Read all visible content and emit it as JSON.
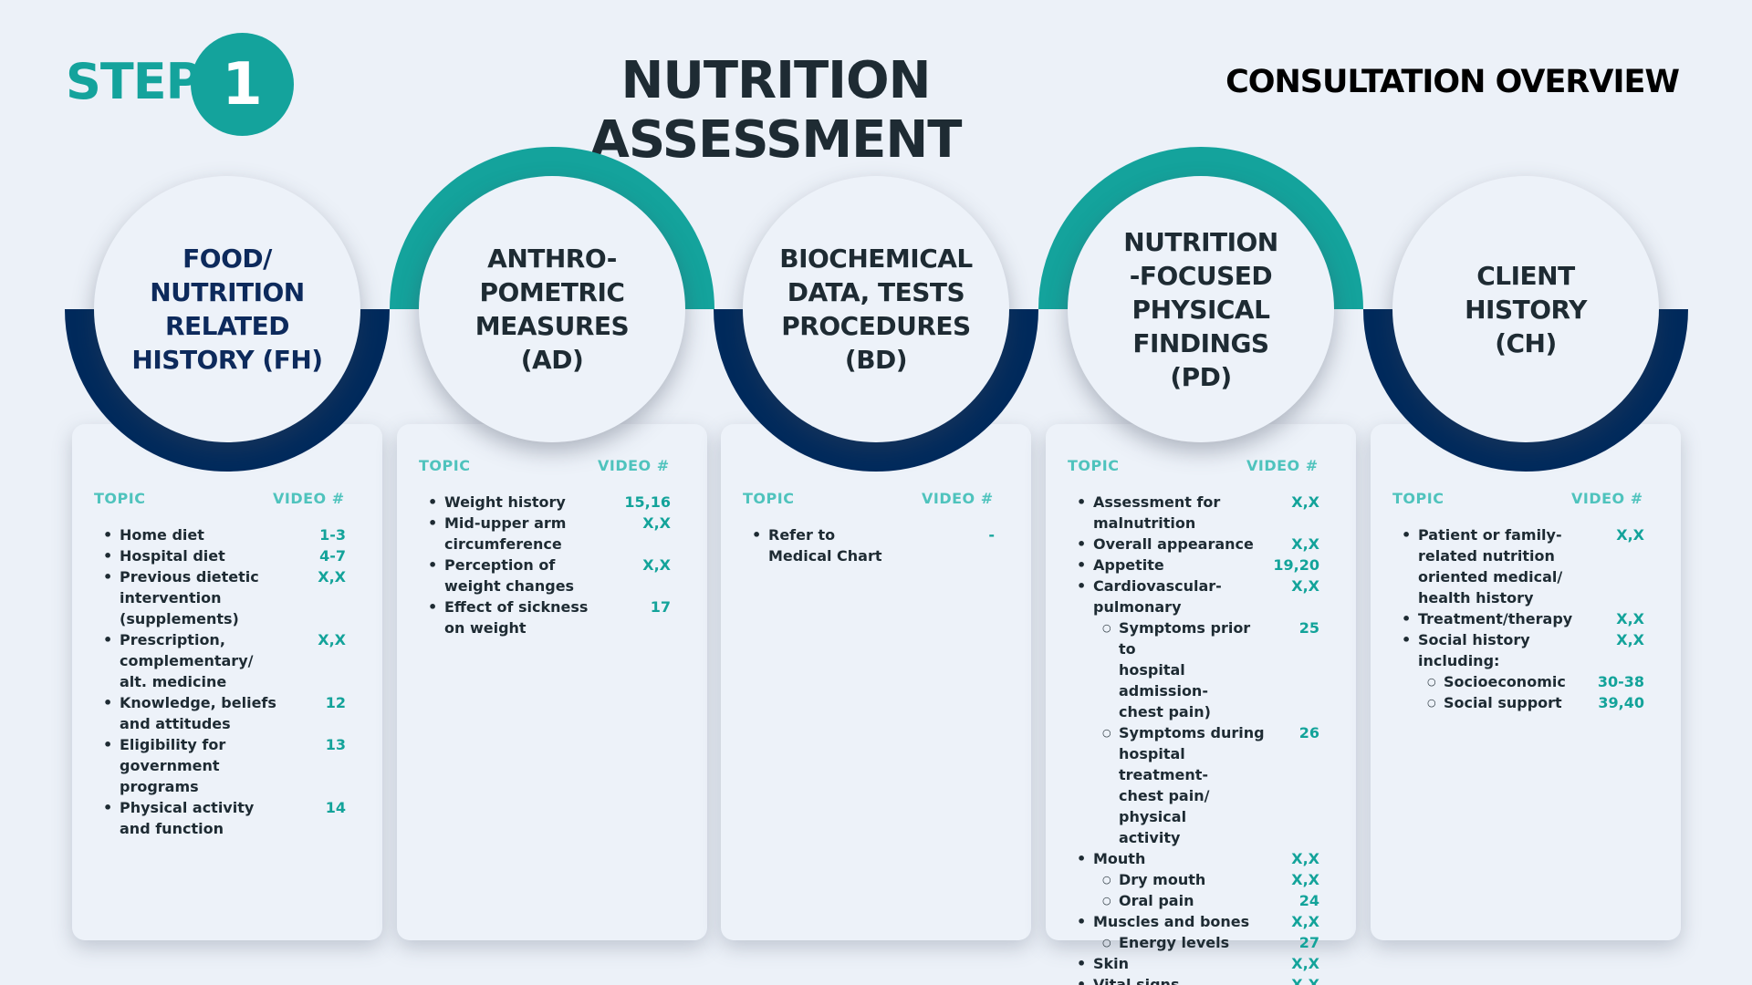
{
  "header": {
    "step_label": "STEP",
    "step_number": "1",
    "title": "NUTRITION ASSESSMENT",
    "subtitle": "CONSULTATION OVERVIEW"
  },
  "colors": {
    "navy": "#002a5c",
    "teal": "#13a39a"
  },
  "columns_header": {
    "topic": "TOPIC",
    "video": "VIDEO #"
  },
  "sections": [
    {
      "title": "FOOD/\nNUTRITION\nRELATED\nHISTORY (FH)",
      "title_color": "#0d2a5c",
      "arc_color": "#002a5c",
      "arc_side": "bottom",
      "items": [
        {
          "level": 1,
          "topic": "Home diet",
          "video": "1-3"
        },
        {
          "level": 1,
          "topic": "Hospital diet",
          "video": "4-7"
        },
        {
          "level": 1,
          "topic": "Previous dietetic\nintervention\n(supplements)",
          "video": "X,X"
        },
        {
          "level": 1,
          "topic": "Prescription,\ncomplementary/\nalt. medicine",
          "video": "X,X"
        },
        {
          "level": 1,
          "topic": "Knowledge, beliefs\nand attitudes",
          "video": "12"
        },
        {
          "level": 1,
          "topic": "Eligibility for\ngovernment\nprograms",
          "video": "13"
        },
        {
          "level": 1,
          "topic": "Physical activity\nand function",
          "video": "14"
        }
      ]
    },
    {
      "title": "ANTHRO-\nPOMETRIC\nMEASURES\n(AD)",
      "title_color": "#1e2b33",
      "arc_color": "#14a39c",
      "arc_side": "top",
      "items": [
        {
          "level": 1,
          "topic": "Weight history",
          "video": "15,16"
        },
        {
          "level": 1,
          "topic": "Mid-upper arm\ncircumference",
          "video": "X,X"
        },
        {
          "level": 1,
          "topic": "Perception of\nweight changes",
          "video": "X,X"
        },
        {
          "level": 1,
          "topic": "Effect of sickness\non weight",
          "video": "17"
        }
      ]
    },
    {
      "title": "BIOCHEMICAL\nDATA, TESTS\nPROCEDURES\n(BD)",
      "title_color": "#1e2b33",
      "arc_color": "#002a5c",
      "arc_side": "bottom",
      "items": [
        {
          "level": 1,
          "topic": "Refer to\nMedical Chart",
          "video": "-"
        }
      ]
    },
    {
      "title": "NUTRITION\n-FOCUSED\nPHYSICAL\nFINDINGS\n(PD)",
      "title_color": "#1e2b33",
      "arc_color": "#14a39c",
      "arc_side": "top",
      "items": [
        {
          "level": 1,
          "topic": "Assessment for\nmalnutrition",
          "video": "X,X"
        },
        {
          "level": 1,
          "topic": "Overall appearance",
          "video": "X,X"
        },
        {
          "level": 1,
          "topic": "Appetite",
          "video": "19,20"
        },
        {
          "level": 1,
          "topic": "Cardiovascular-\npulmonary",
          "video": "X,X"
        },
        {
          "level": 2,
          "topic": "Symptoms prior to\nhospital admission-\nchest pain)",
          "video": "25"
        },
        {
          "level": 2,
          "topic": "Symptoms during\nhospital treatment-\nchest pain/ physical\nactivity",
          "video": "26"
        },
        {
          "level": 1,
          "topic": "Mouth",
          "video": "X,X"
        },
        {
          "level": 2,
          "topic": "Dry mouth",
          "video": "X,X"
        },
        {
          "level": 2,
          "topic": "Oral pain",
          "video": "24"
        },
        {
          "level": 1,
          "topic": "Muscles and bones",
          "video": "X,X"
        },
        {
          "level": 2,
          "topic": "Energy levels",
          "video": "27"
        },
        {
          "level": 1,
          "topic": "Skin",
          "video": "X,X"
        },
        {
          "level": 1,
          "topic": "Vital signs",
          "video": "X,X"
        }
      ]
    },
    {
      "title": "CLIENT\nHISTORY\n(CH)",
      "title_color": "#1e2b33",
      "arc_color": "#002a5c",
      "arc_side": "bottom",
      "items": [
        {
          "level": 1,
          "topic": "Patient or family-\nrelated nutrition\noriented medical/\nhealth history",
          "video": "X,X"
        },
        {
          "level": 1,
          "topic": "Treatment/therapy",
          "video": "X,X"
        },
        {
          "level": 1,
          "topic": "Social history\nincluding:",
          "video": "X,X"
        },
        {
          "level": 2,
          "topic": "Socioeconomic",
          "video": "30-38"
        },
        {
          "level": 2,
          "topic": "Social support",
          "video": "39,40"
        }
      ]
    }
  ]
}
